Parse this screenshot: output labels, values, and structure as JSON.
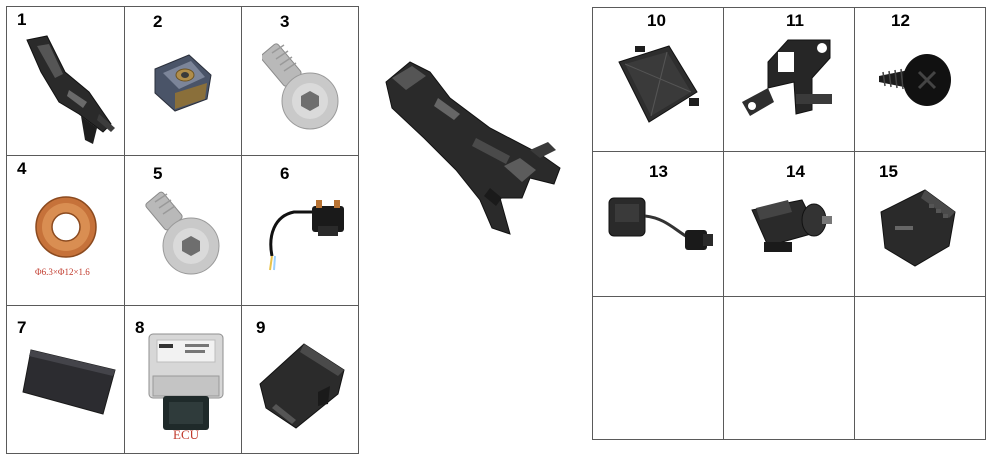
{
  "left_table": {
    "cells": [
      {
        "num": "1",
        "icon": "subframe-bracket-icon"
      },
      {
        "num": "2",
        "icon": "cage-nut-icon"
      },
      {
        "num": "3",
        "icon": "button-head-screw-icon"
      },
      {
        "num": "4",
        "icon": "copper-washer-icon",
        "caption": "Φ6.3×Φ12×1.6"
      },
      {
        "num": "5",
        "icon": "button-head-screw-icon"
      },
      {
        "num": "6",
        "icon": "relay-with-wires-icon"
      },
      {
        "num": "7",
        "icon": "foam-pad-icon"
      },
      {
        "num": "8",
        "icon": "ecu-module-icon",
        "caption": "ECU"
      },
      {
        "num": "9",
        "icon": "plastic-cover-icon"
      }
    ]
  },
  "center": {
    "icon": "assembled-subframe-icon"
  },
  "right_table": {
    "cells": [
      {
        "num": "10",
        "icon": "battery-lid-icon"
      },
      {
        "num": "11",
        "icon": "metal-bracket-icon"
      },
      {
        "num": "12",
        "icon": "self-tapping-screw-icon"
      },
      {
        "num": "13",
        "icon": "sensor-with-connector-icon"
      },
      {
        "num": "14",
        "icon": "solenoid-icon"
      },
      {
        "num": "15",
        "icon": "connector-cap-icon"
      },
      {
        "num": "",
        "icon": ""
      },
      {
        "num": "",
        "icon": ""
      },
      {
        "num": "",
        "icon": ""
      }
    ]
  }
}
